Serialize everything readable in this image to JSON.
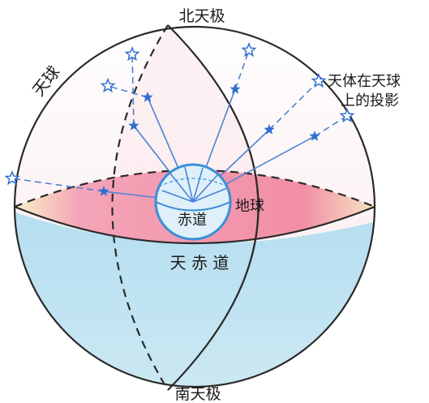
{
  "labels": {
    "north_pole": "北天极",
    "south_pole": "南天极",
    "celestial_sphere": "天球",
    "celestial_equator": "天 赤 道",
    "earth": "地球",
    "equator": "赤道",
    "projection_line1": "天体在天球",
    "projection_line2": "上的投影"
  },
  "colors": {
    "sphere_upper": "#fbf3f3",
    "sphere_lower": "#bfe4ef",
    "equator_band": "#f29bb0",
    "outline": "#2a2a2a",
    "ray": "#4b83d6",
    "earth_fill": "#dff0fa",
    "earth_outline": "#3a8fd8",
    "star_fill": "#2f6fd0",
    "star_outline": "#ffffff"
  },
  "icons": {
    "projected_star": "outline-star-icon",
    "celestial_body": "filled-star-icon"
  }
}
